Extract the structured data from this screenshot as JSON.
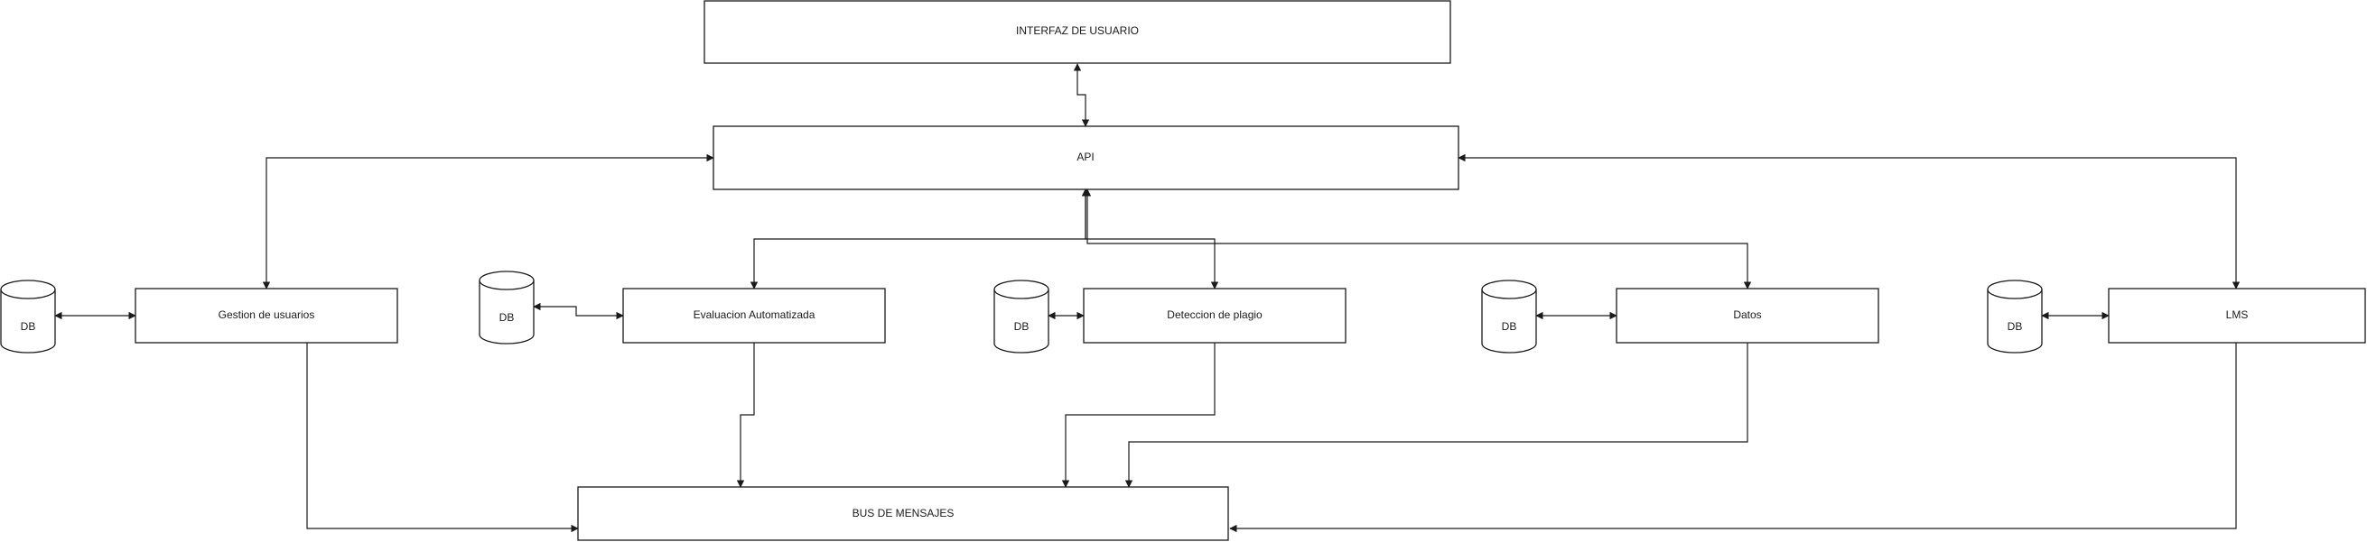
{
  "diagram": {
    "nodes": {
      "ui": {
        "label": "INTERFAZ DE USUARIO"
      },
      "api": {
        "label": "API"
      },
      "gestion": {
        "label": "Gestion de usuarios"
      },
      "evaluacion": {
        "label": "Evaluacion Automatizada"
      },
      "deteccion": {
        "label": "Deteccion de plagio"
      },
      "datos": {
        "label": "Datos"
      },
      "lms": {
        "label": "LMS"
      },
      "bus": {
        "label": "BUS DE MENSAJES"
      }
    },
    "databases": {
      "db_gestion": {
        "label": "DB"
      },
      "db_evaluacion": {
        "label": "DB"
      },
      "db_deteccion": {
        "label": "DB"
      },
      "db_datos": {
        "label": "DB"
      },
      "db_lms": {
        "label": "DB"
      }
    },
    "connections": [
      {
        "from": "ui",
        "to": "api",
        "direction": "both"
      },
      {
        "from": "api",
        "to": "gestion",
        "direction": "both"
      },
      {
        "from": "api",
        "to": "lms",
        "direction": "both"
      },
      {
        "from": "api",
        "to": "evaluacion",
        "direction": "both"
      },
      {
        "from": "api",
        "to": "deteccion",
        "direction": "both"
      },
      {
        "from": "api",
        "to": "datos",
        "direction": "both"
      },
      {
        "from": "db_gestion",
        "to": "gestion",
        "direction": "both"
      },
      {
        "from": "db_evaluacion",
        "to": "evaluacion",
        "direction": "both"
      },
      {
        "from": "db_deteccion",
        "to": "deteccion",
        "direction": "both"
      },
      {
        "from": "db_datos",
        "to": "datos",
        "direction": "both"
      },
      {
        "from": "db_lms",
        "to": "lms",
        "direction": "both"
      },
      {
        "from": "gestion",
        "to": "bus",
        "direction": "forward"
      },
      {
        "from": "evaluacion",
        "to": "bus",
        "direction": "forward"
      },
      {
        "from": "deteccion",
        "to": "bus",
        "direction": "forward"
      },
      {
        "from": "datos",
        "to": "bus",
        "direction": "forward"
      },
      {
        "from": "lms",
        "to": "bus",
        "direction": "forward"
      }
    ],
    "colors": {
      "stroke": "#1a1a1a",
      "fill": "#ffffff",
      "text": "#1a1a1a"
    }
  }
}
